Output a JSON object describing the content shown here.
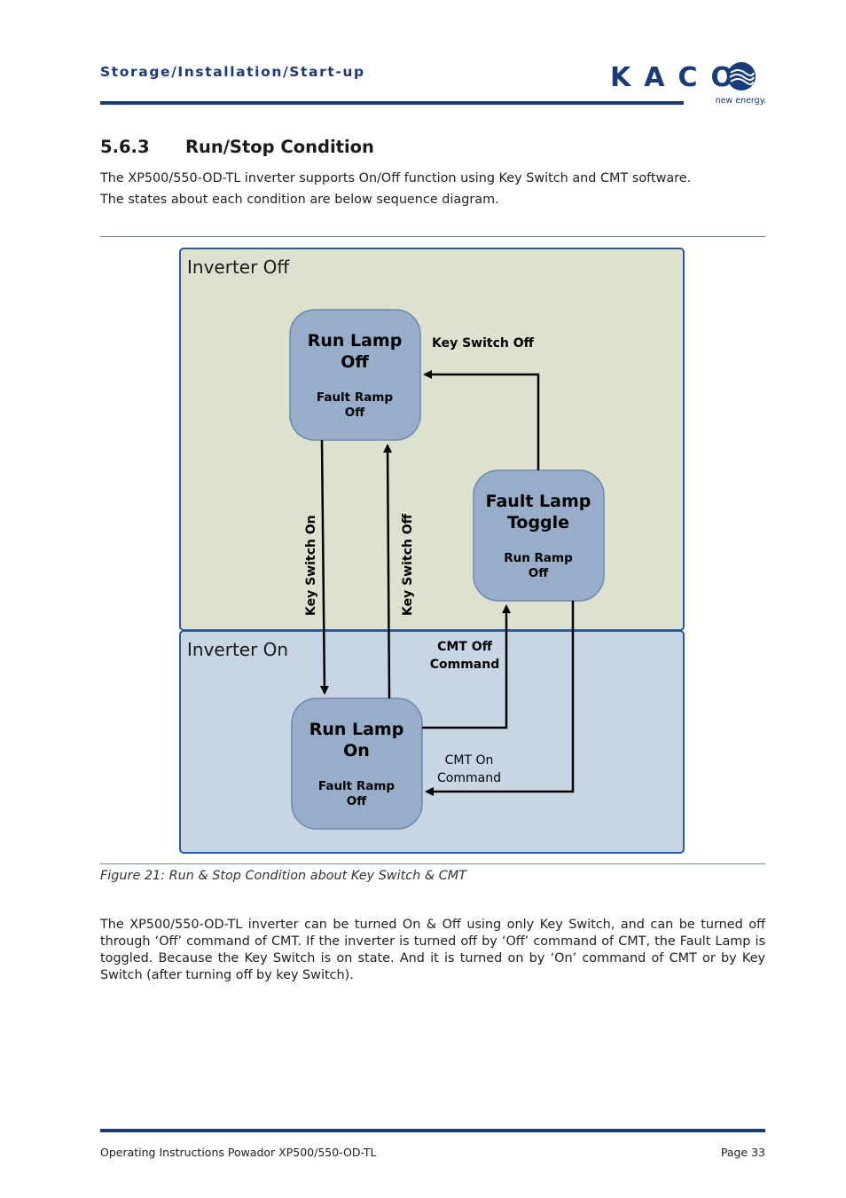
{
  "header": {
    "breadcrumb": "Storage/Installation/Start-up",
    "logo_text": "KACO",
    "logo_tagline": "new energy.",
    "brand_color": "#1b3a78"
  },
  "section": {
    "number": "5.6.3",
    "title": "Run/Stop Condition"
  },
  "intro": [
    "The XP500/550-OD-TL inverter supports On/Off function using Key Switch and CMT software.",
    "The states about each condition are below sequence diagram."
  ],
  "diagram": {
    "zone_off_label": "Inverter Off",
    "zone_on_label": "Inverter On",
    "zone_off_color": "#dce2cf",
    "zone_on_color": "#c7d5e4",
    "states": {
      "run_off": {
        "title_1": "Run Lamp",
        "title_2": "Off",
        "sub_1": "Fault Ramp",
        "sub_2": "Off"
      },
      "fault_toggle": {
        "title_1": "Fault Lamp",
        "title_2": "Toggle",
        "sub_1": "Run Ramp",
        "sub_2": "Off"
      },
      "run_on": {
        "title_1": "Run Lamp",
        "title_2": "On",
        "sub_1": "Fault Ramp",
        "sub_2": "Off"
      }
    },
    "transitions": {
      "key_off_top": "Key Switch Off",
      "key_on_vertical": "Key Switch On",
      "key_off_vertical": "Key Switch Off",
      "cmt_off_1": "CMT Off",
      "cmt_off_2": "Command",
      "cmt_on_1": "CMT On",
      "cmt_on_2": "Command"
    }
  },
  "caption": "Figure 21:  Run & Stop Condition about Key Switch & CMT",
  "body": "The XP500/550-OD-TL inverter can be turned On & Off using only Key Switch, and can be turned off through ‘Off’ command of CMT. If the inverter is turned off by ‘Off’ command of CMT, the Fault Lamp is toggled. Because the Key Switch is on state. And it is turned on by ‘On’ command of CMT or by Key Switch (after turning off by key Switch).",
  "footer": {
    "left": "Operating Instructions Powador XP500/550-OD-TL",
    "right": "Page 33"
  }
}
